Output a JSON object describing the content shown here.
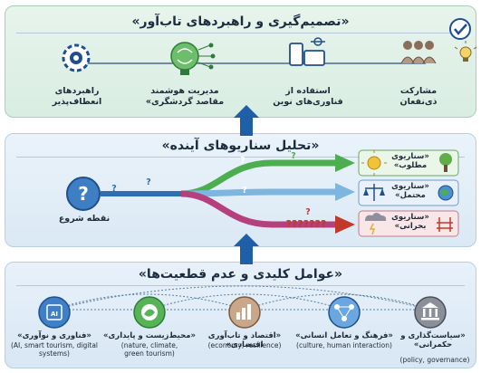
{
  "top": {
    "title": "«تصمیم‌گیری و راهبردهای تاب‌آور»",
    "items": [
      {
        "label": "راهبردهای انعطاف‌پذیر"
      },
      {
        "label": "مدیریت هوشمند مقاصد گردشگری»"
      },
      {
        "label": "استفاده از فناوری‌های نوین"
      },
      {
        "label": "مشارکت ذی‌نفعان"
      }
    ]
  },
  "middle": {
    "title": "«تحلیل سناریوهای آینده»",
    "start_label": "نقطه شروع",
    "q": "?",
    "qmany": "???????",
    "scenarios": [
      {
        "label": "«سناریوی مطلوب»"
      },
      {
        "label": "«سناریوی محتمل»"
      },
      {
        "label": "«سناریوی بحرانی»"
      }
    ]
  },
  "bottom": {
    "title": "«عوامل کلیدی و عدم قطعیت‌ها»",
    "factors": [
      {
        "label": "«فناوری و نوآوری»",
        "sub": "(AI, smart tourism, digital systems)"
      },
      {
        "label": "«محیط‌زیست و پایداری»",
        "sub": "(nature, climate, green tourism)"
      },
      {
        "label": "«اقتصاد و تاب‌آوری اقتصادی»",
        "sub": "(economy, resilience)"
      },
      {
        "label": "«فرهنگ و تعامل انسانی»",
        "sub": "(culture, human interaction)"
      },
      {
        "label": "«سیاست‌گذاری و حکمرانی»",
        "sub": "(policy, governance)"
      }
    ]
  },
  "colors": {
    "green": "#3f8f5a",
    "blue": "#1f6fb0",
    "red": "#c0392b",
    "purple": "#8e44ad"
  }
}
